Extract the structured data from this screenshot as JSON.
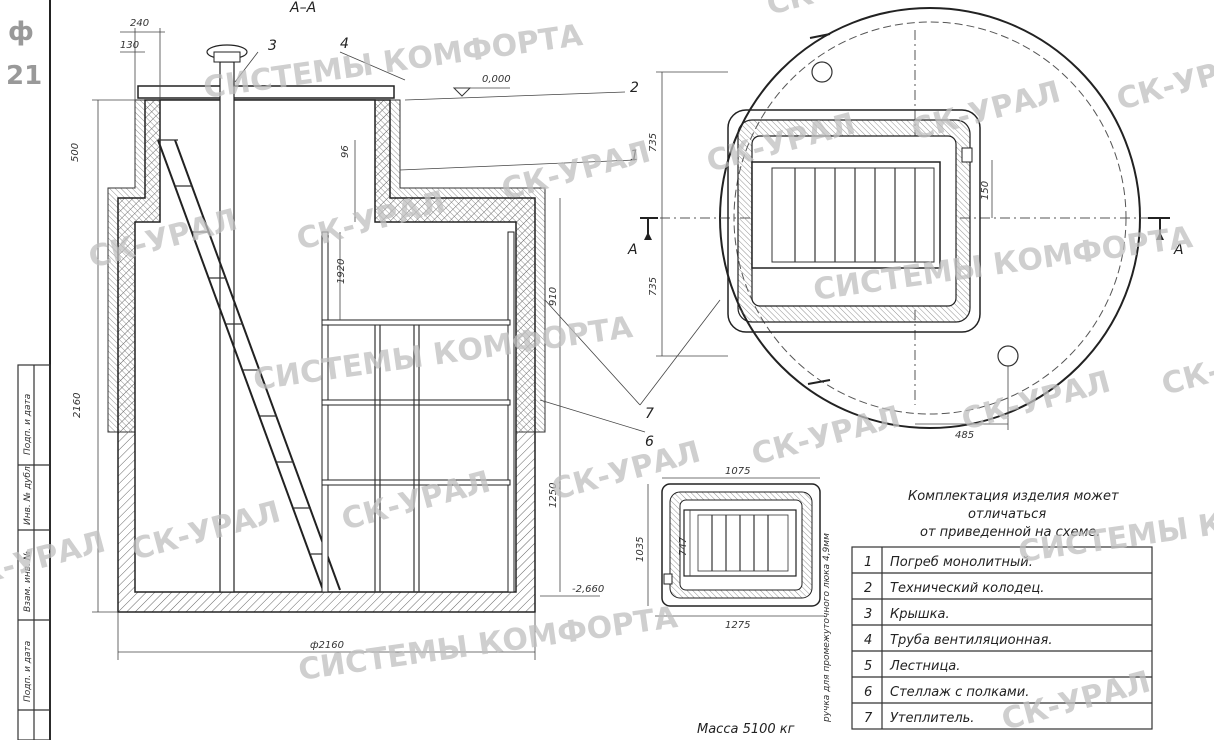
{
  "section_label": "А–А",
  "section_markers": {
    "left": "А",
    "right": "А"
  },
  "corner_labels": [
    "ф",
    "21"
  ],
  "callouts": [
    "1",
    "2",
    "3",
    "4",
    "6",
    "7"
  ],
  "dimensions": {
    "d240": "240",
    "d130": "130",
    "d500": "500",
    "d96": "96",
    "d0": "0,000",
    "d1920": "1920",
    "d910": "910",
    "d2160": "2160",
    "d1250": "1250",
    "dm2660": "-2,660",
    "dphi2160": "ф2160",
    "d735a": "735",
    "d735b": "735",
    "d150": "150",
    "d485": "485",
    "d1075": "1075",
    "d1035": "1035",
    "d747": "747",
    "d1275": "1275"
  },
  "note": [
    "Комплектация изделия может",
    "отличаться",
    "от приведенной на схеме."
  ],
  "parts_table": [
    {
      "num": "1",
      "name": "Погреб монолитный."
    },
    {
      "num": "2",
      "name": "Технический колодец."
    },
    {
      "num": "3",
      "name": "Крышка."
    },
    {
      "num": "4",
      "name": "Труба вентиляционная."
    },
    {
      "num": "5",
      "name": "Лестница."
    },
    {
      "num": "6",
      "name": "Стеллаж с полками."
    },
    {
      "num": "7",
      "name": "Утеплитель."
    }
  ],
  "mass": "Масса 5100 кг",
  "vertical_note": "ручка для промежуточного люка 4,9мм",
  "stamp_columns": [
    "Подп. и дата",
    "Инв. № дубл.",
    "Взам. инв. №",
    "Подп. и дата"
  ],
  "watermarks": [
    "СИСТЕМЫ КОМФОРТА",
    "СК-УРАЛ"
  ],
  "colors": {
    "line": "#333333",
    "watermark": "#bfbfbf"
  }
}
